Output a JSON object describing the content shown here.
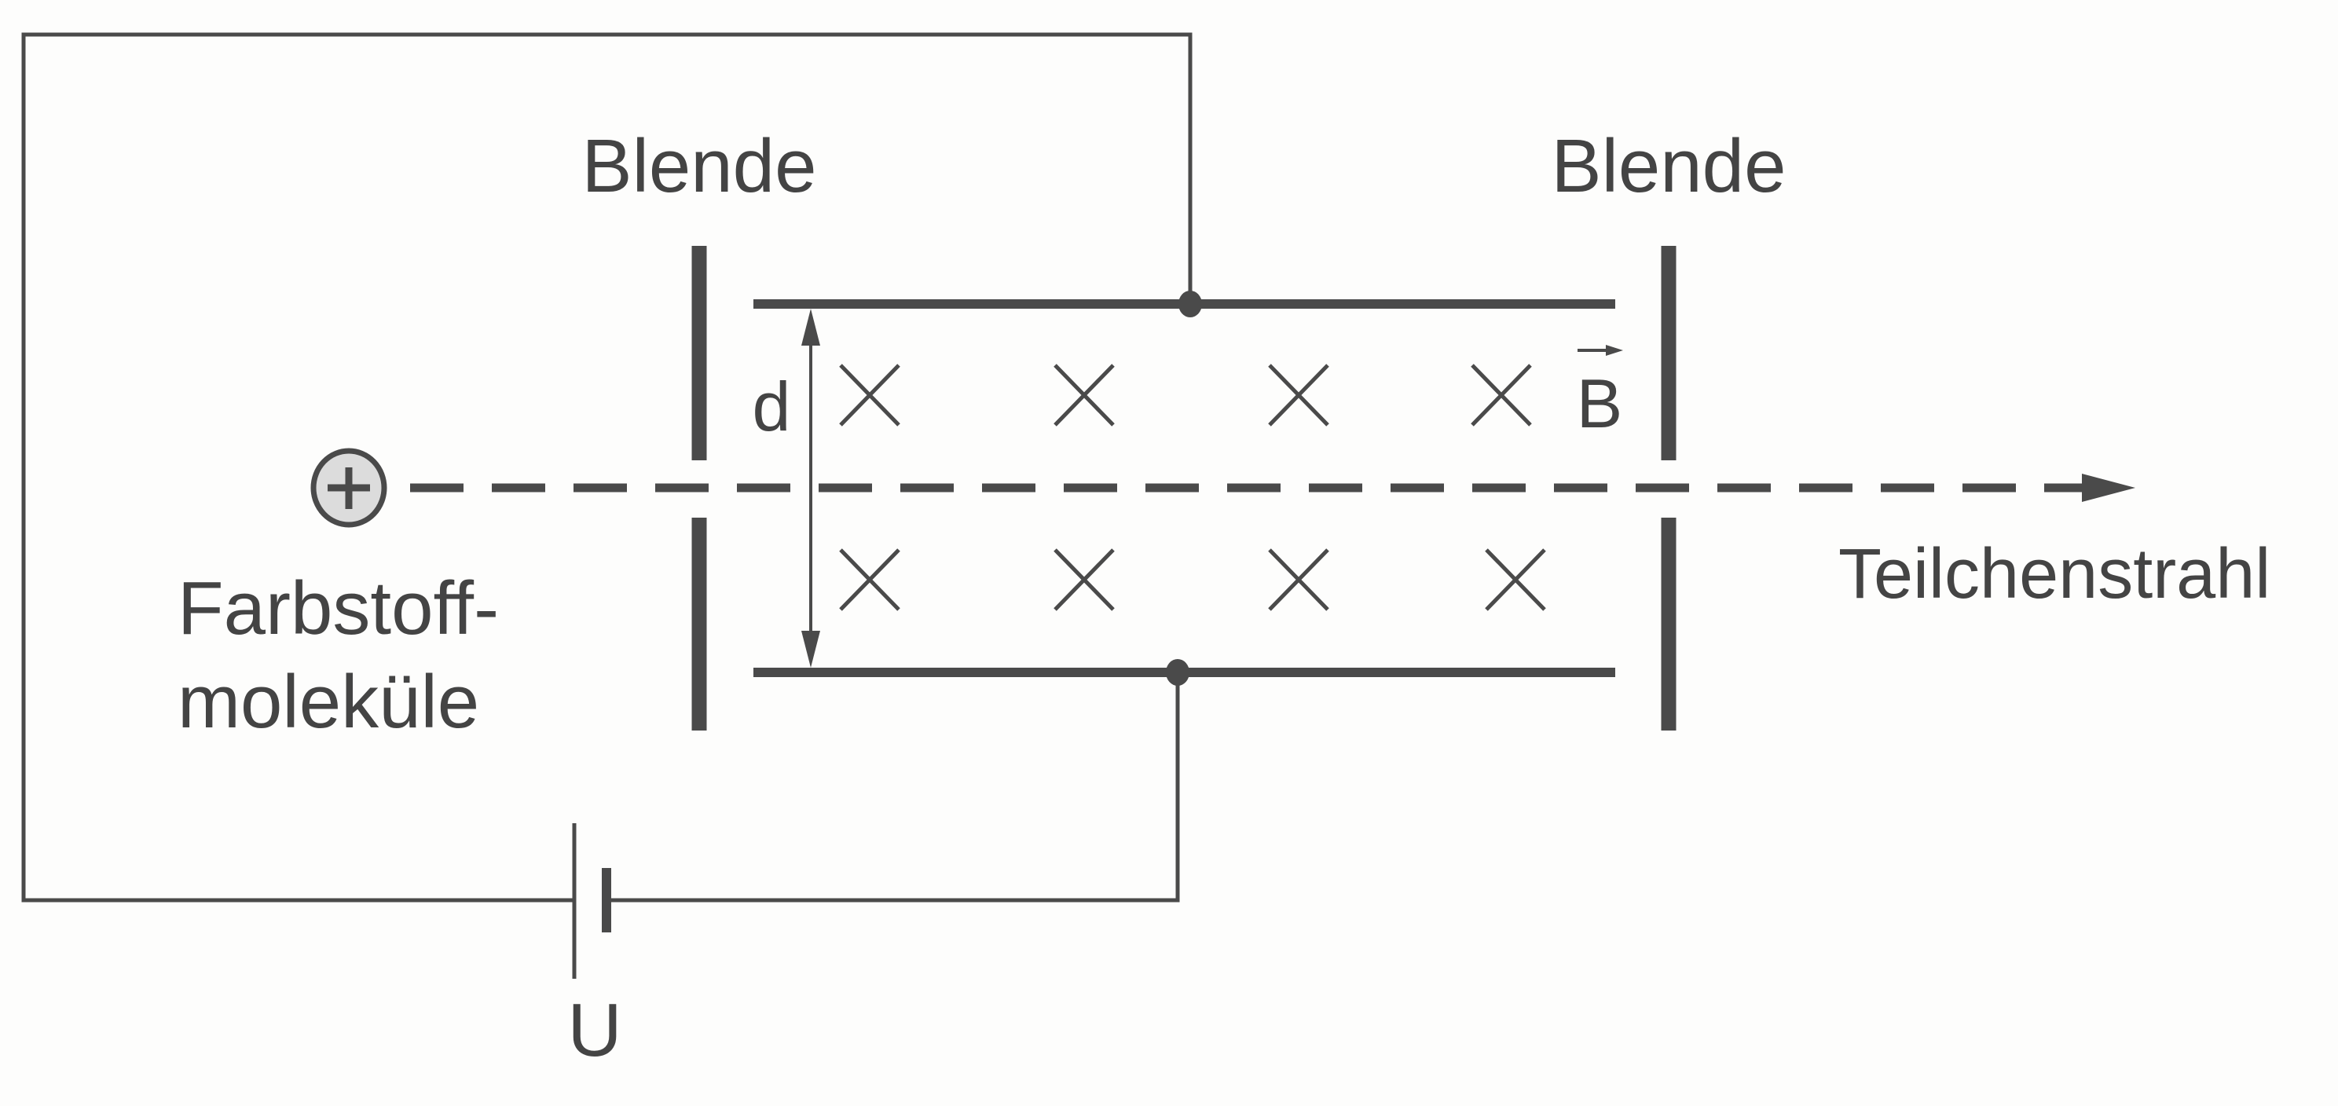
{
  "colors": {
    "background": "#fdfdfc",
    "stroke": "#4a4a4a",
    "text": "#444444",
    "ion_fill": "#dcdcdc"
  },
  "labels": {
    "aperture_left": "Blende",
    "aperture_right": "Blende",
    "distance": "d",
    "magnetic_field": "B",
    "beam": "Teilchenstrahl",
    "source_line1": "Farbstoff-",
    "source_line2": "moleküle",
    "voltage": "U",
    "ion_charge": "+"
  },
  "field": {
    "direction": "into-page",
    "symbol": "×",
    "rows": 2,
    "per_row": 4
  }
}
